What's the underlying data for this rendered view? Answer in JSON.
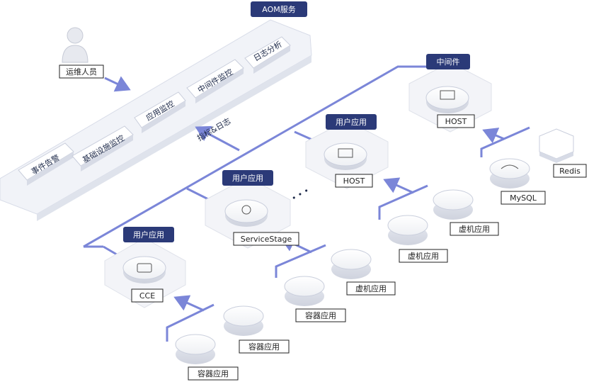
{
  "colors": {
    "line": "#7b86d8",
    "tag_bg": "#2b3a78",
    "platform": "#eef0f7",
    "white": "#ffffff"
  },
  "aom": {
    "title": "AOM服务",
    "modules": [
      "事件告警",
      "基础设施监控",
      "应用监控",
      "中间件监控",
      "日志分析"
    ]
  },
  "operator": {
    "label": "运维人员",
    "icon": "user-icon"
  },
  "flow_label": "指标&日志",
  "ellipsis": "• • •",
  "groups": {
    "cce": {
      "tag": "用户应用",
      "node": "CCE",
      "children": [
        "容器应用",
        "容器应用"
      ]
    },
    "servicestage": {
      "tag": "用户应用",
      "node": "ServiceStage",
      "children": [
        "虚机应用",
        "容器应用"
      ]
    },
    "host_app": {
      "tag": "用户应用",
      "node": "HOST",
      "children": [
        "虚机应用",
        "虚机应用"
      ]
    },
    "middleware": {
      "tag": "中间件",
      "node": "HOST",
      "children": [
        "MySQL",
        "Redis"
      ]
    }
  }
}
